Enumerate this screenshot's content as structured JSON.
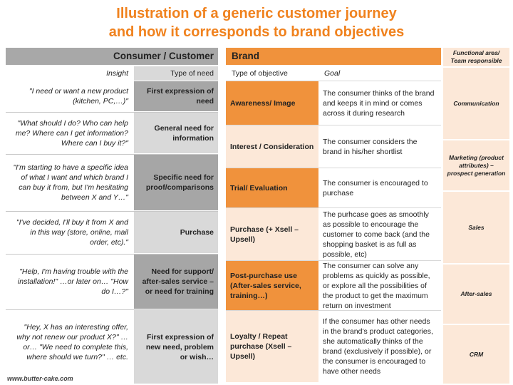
{
  "title": {
    "line1": "Illustration of a generic customer journey",
    "line2": "and how it corresponds to brand objectives"
  },
  "consumer": {
    "header": "Consumer / Customer",
    "col_insight": "Insight",
    "col_need": "Type of need",
    "rows": [
      {
        "insight": "\"I need or want a new product (kitchen, PC,…)\"",
        "need": "First expression of need"
      },
      {
        "insight": "\"What should I do? Who can help me? Where can I get information? Where can I buy it?\"",
        "need": "General need for information"
      },
      {
        "insight": "\"I'm starting to have a specific idea of what I want and which brand I can buy it from, but I'm hesitating between X and Y…\"",
        "need": "Specific need for proof/comparisons"
      },
      {
        "insight": "\"I've decided, I'll buy it from X and in this way (store, online, mail order, etc).\"",
        "need": "Purchase"
      },
      {
        "insight": "\"Help, I'm having trouble with the installation!\" …or later on… \"How do I…?\"",
        "need": "Need for support/ after-sales service – or need for training"
      },
      {
        "insight": "\"Hey, X has an interesting offer, why not renew our product X?\" …or… \"We need to complete this, where should we turn?\" … etc.",
        "need": "First expression of new need, problem or wish…"
      }
    ]
  },
  "brand": {
    "header": "Brand",
    "col_type": "Type of objective",
    "col_goal": "Goal",
    "rows": [
      {
        "type": "Awareness/ Image",
        "goal": "The consumer thinks of the brand and keeps it in mind or comes across it during research"
      },
      {
        "type": "Interest / Consideration",
        "goal": "The consumer considers the brand in his/her shortlist"
      },
      {
        "type": "Trial/ Evaluation",
        "goal": "The consumer is encouraged to purchase"
      },
      {
        "type": "Purchase (+ Xsell – Upsell)",
        "goal": "The purhcase goes as smoothly as possible to encourage the customer to come back (and the shopping basket is as full as possible, etc)"
      },
      {
        "type": "Post-purchase use (After-sales service, training…)",
        "goal": "The consumer can solve any problems as quickly as possible, or explore all the possibilities of the product to get the maximum return on investment"
      },
      {
        "type": "Loyalty / Repeat purchase (Xsell – Upsell)",
        "goal": "If the consumer has other needs in the brand's product categories, she automatically thinks of the brand (exclusively if possible), or the consumer is encouraged to have other needs"
      }
    ]
  },
  "functional": {
    "header": "Functional area/ Team responsible",
    "areas": [
      "Communication",
      "Marketing (product attributes) – prospect generation",
      "Sales",
      "After-sales",
      "CRM"
    ]
  },
  "footer": "www.butter-cake.com",
  "colors": {
    "title": "#f0821e",
    "brand_dark": "#f0923c",
    "brand_light": "#fce8d8",
    "consumer_dark": "#a6a6a6",
    "consumer_light": "#d9d9d9"
  }
}
